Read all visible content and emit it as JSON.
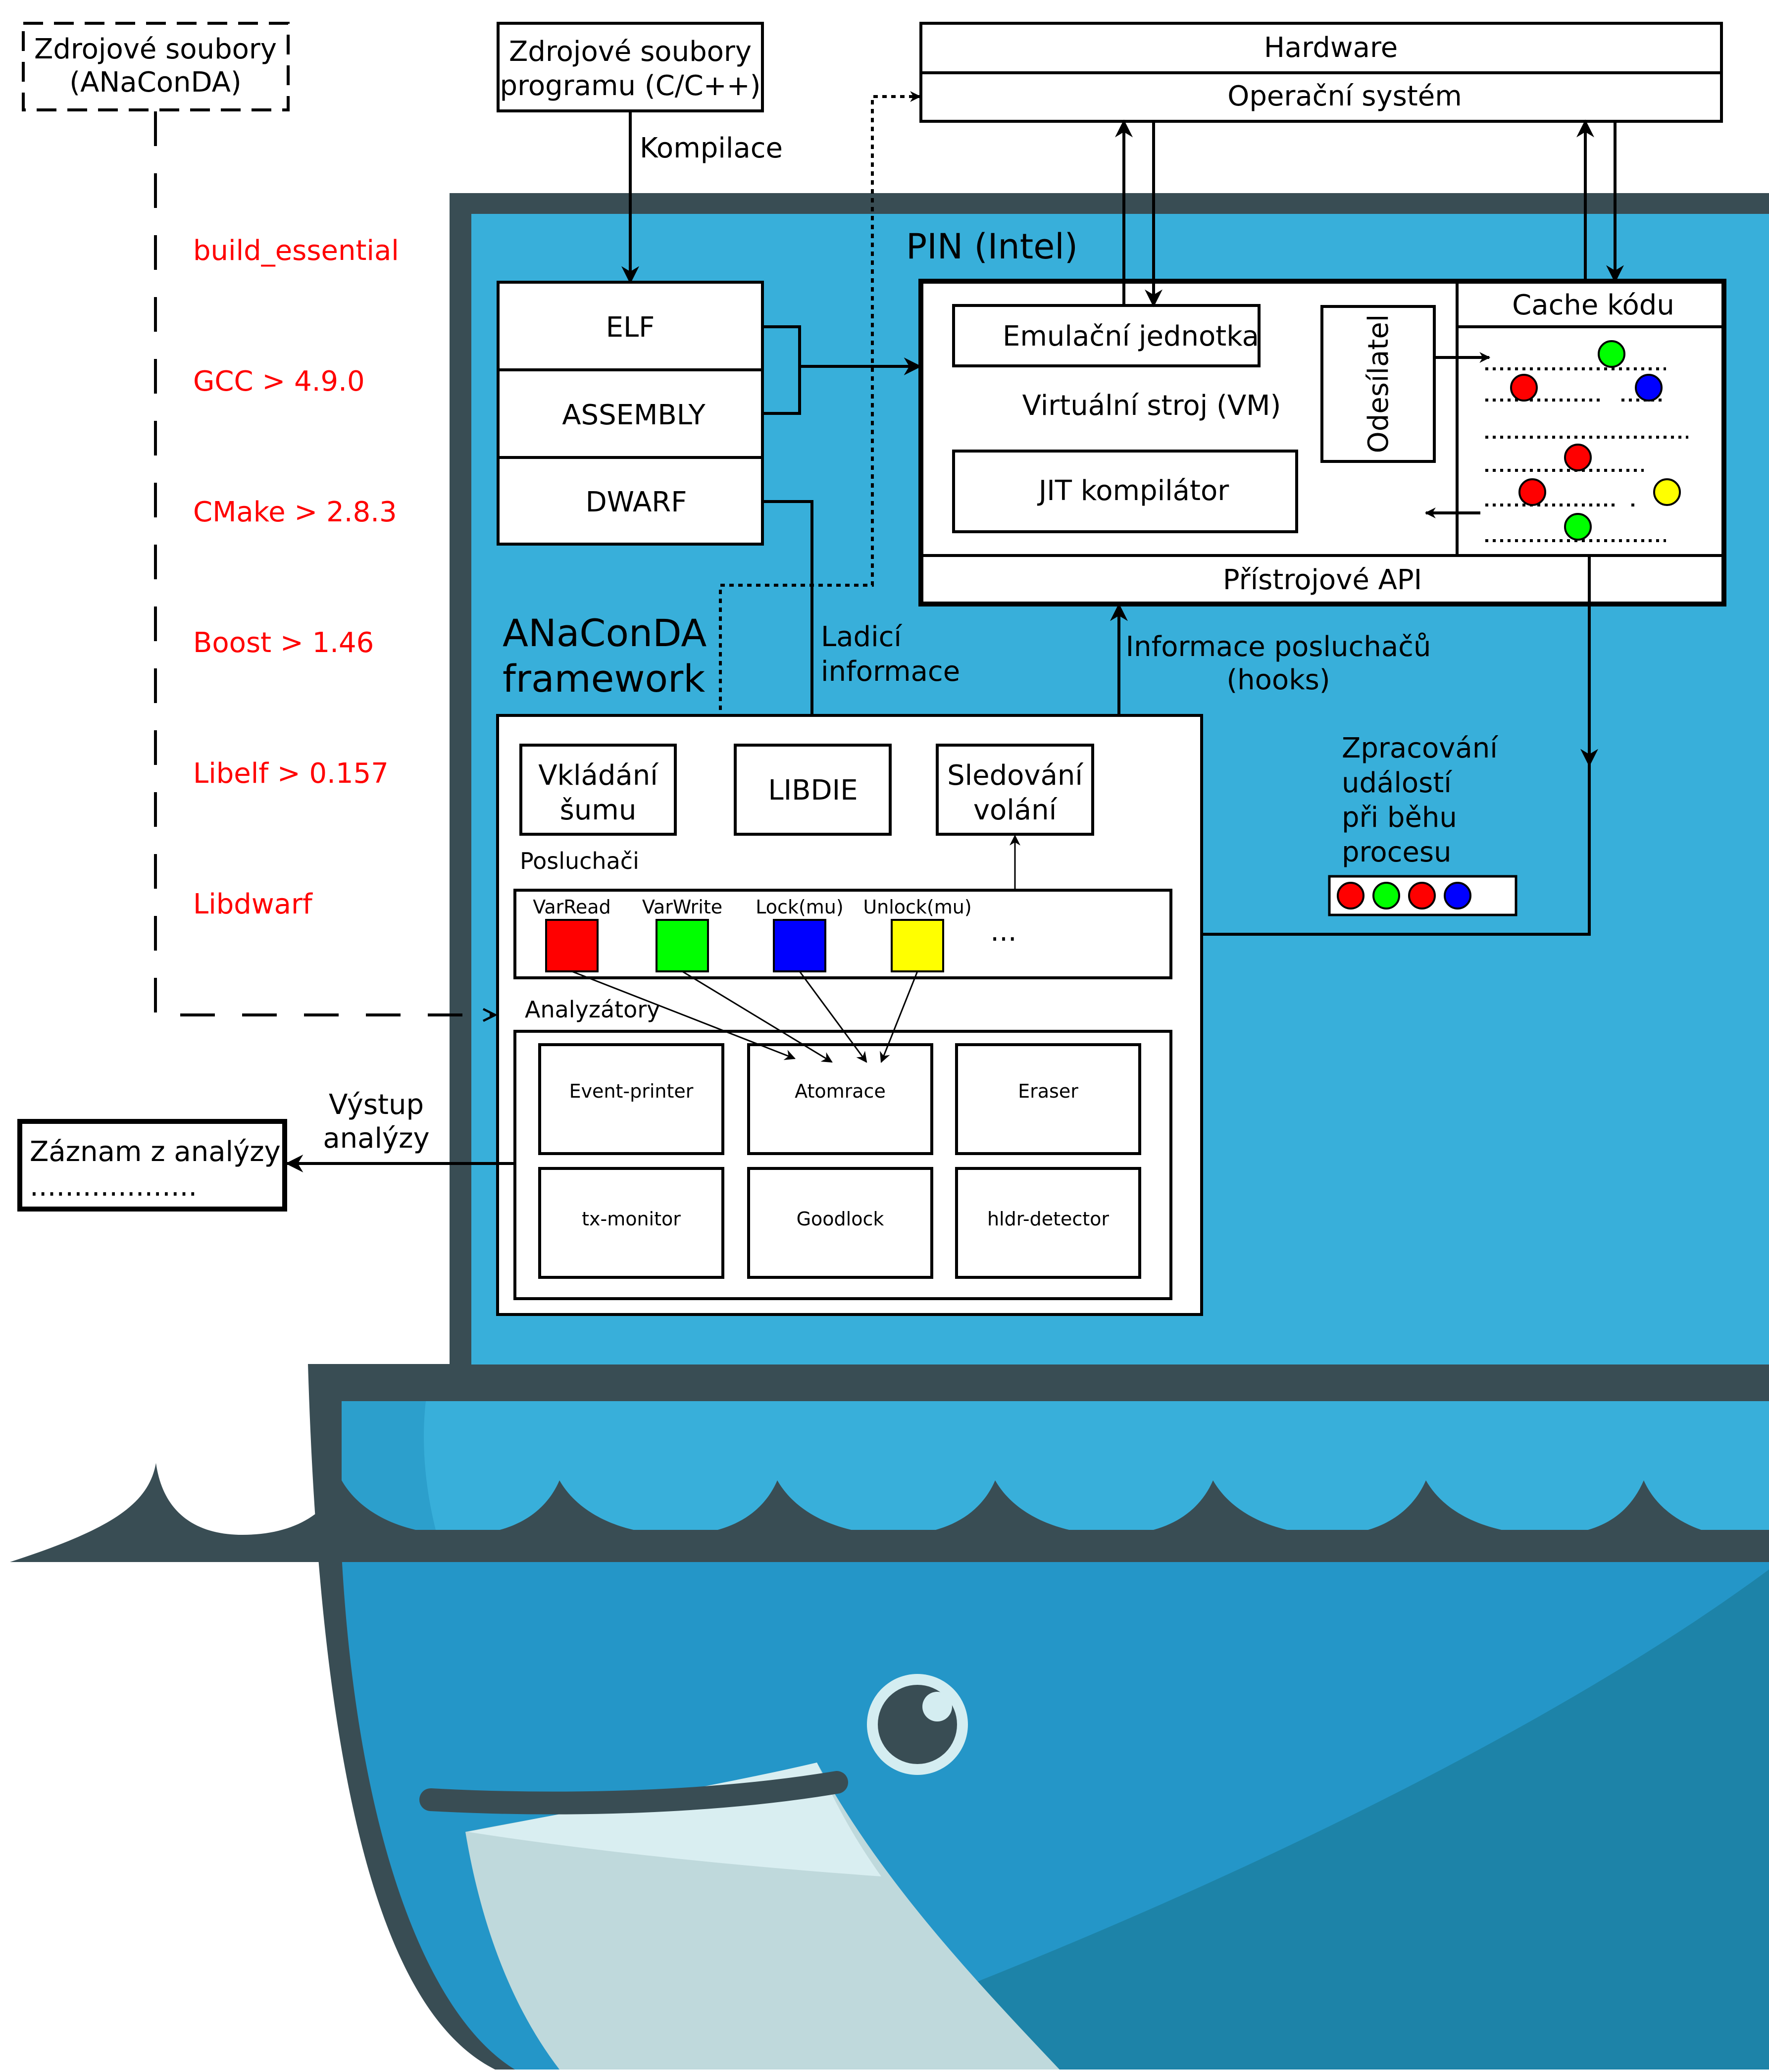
{
  "colors": {
    "docker_dark": "#394D54",
    "container_blue": "#38AFDA",
    "whale_blue": "#2496C8",
    "whale_deep": "#1D83A8",
    "belly_light": "#BFD9DC",
    "belly_highlight": "#D9EEF1",
    "dependency_red": "#FF0000",
    "marker_red": "#FF0000",
    "marker_green": "#00FF00",
    "marker_blue": "#0000FF",
    "marker_yellow": "#FFFF00"
  },
  "dependencies": {
    "title_line1": "Zdrojové soubory",
    "title_line2": "(ANaConDA)",
    "items": [
      "build_essential",
      "GCC > 4.9.0",
      "CMake > 2.8.3",
      "Boost > 1.46",
      "Libelf > 0.157",
      "Libdwarf"
    ]
  },
  "sources": {
    "line1": "Zdrojové soubory",
    "line2": "programu (C/C++)",
    "compile_label": "Kompilace"
  },
  "binary": {
    "elf": "ELF",
    "assembly": "ASSEMBLY",
    "dwarf": "DWARF"
  },
  "system": {
    "hardware": "Hardware",
    "os": "Operační systém"
  },
  "pin": {
    "title": "PIN (Intel)",
    "emulation_unit": "Emulační jednotka",
    "vm": "Virtuální stroj (VM)",
    "jit": "JIT kompilátor",
    "dispatcher": "Odesílatel",
    "code_cache": "Cache kódu",
    "instrumentation_api": "Přístrojové API"
  },
  "flows": {
    "debug_info_line1": "Ladicí",
    "debug_info_line2": "informace",
    "hooks_line1": "Informace posluchačů",
    "hooks_line2": "(hooks)",
    "events_line1": "Zpracování",
    "events_line2": "událostí",
    "events_line3": "při běhu",
    "events_line4": "procesu",
    "output_line1": "Výstup",
    "output_line2": "analýzy"
  },
  "anaconda": {
    "title_line1": "ANaConDA",
    "title_line2": "framework",
    "noise_line1": "Vkládání",
    "noise_line2": "šumu",
    "libdie": "LIBDIE",
    "tracking_line1": "Sledování",
    "tracking_line2": "volání",
    "listeners_label": "Posluchači",
    "listeners": [
      {
        "name": "VarRead",
        "color": "#FF0000"
      },
      {
        "name": "VarWrite",
        "color": "#00FF00"
      },
      {
        "name": "Lock(mu)",
        "color": "#0000FF"
      },
      {
        "name": "Unlock(mu)",
        "color": "#FFFF00"
      }
    ],
    "listeners_more": "...",
    "analyzers_label": "Analyzátory",
    "analyzers": [
      "Event-printer",
      "Atomrace",
      "Eraser",
      "tx-monitor",
      "Goodlock",
      "hldr-detector"
    ]
  },
  "output": {
    "line1": "Záznam z analýzy",
    "line2": "..................."
  }
}
